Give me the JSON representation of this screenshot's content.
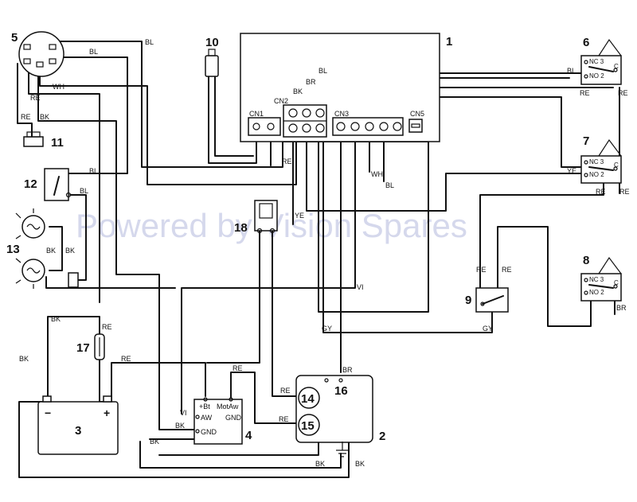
{
  "components": {
    "c1": "1",
    "c2": "2",
    "c3": "3",
    "c4": "4",
    "c5": "5",
    "c6": "6",
    "c7": "7",
    "c8": "8",
    "c9": "9",
    "c10": "10",
    "c11": "11",
    "c12": "12",
    "c13": "13",
    "c14": "14",
    "c15": "15",
    "c16": "16",
    "c17": "17",
    "c18": "18"
  },
  "connectors": {
    "cn1": "CN1",
    "cn2": "CN2",
    "cn3": "CN3",
    "cn5": "CN5"
  },
  "wire_labels": {
    "bl": "BL",
    "wh": "WH",
    "re": "RE",
    "bk": "BK",
    "br": "BR",
    "ye": "YE",
    "vi": "VI",
    "gy": "GY"
  },
  "switch_pins": {
    "nc3": "NC 3",
    "no2": "NO 2",
    "c": "C"
  },
  "battery": {
    "minus": "−",
    "plus": "+"
  },
  "module4": {
    "bt": "+Bt",
    "motaw": "MotAw",
    "aw": "AW",
    "gnd_right": "GND",
    "gnd_left": "GND"
  },
  "watermark": "Powered by Vision Spares"
}
